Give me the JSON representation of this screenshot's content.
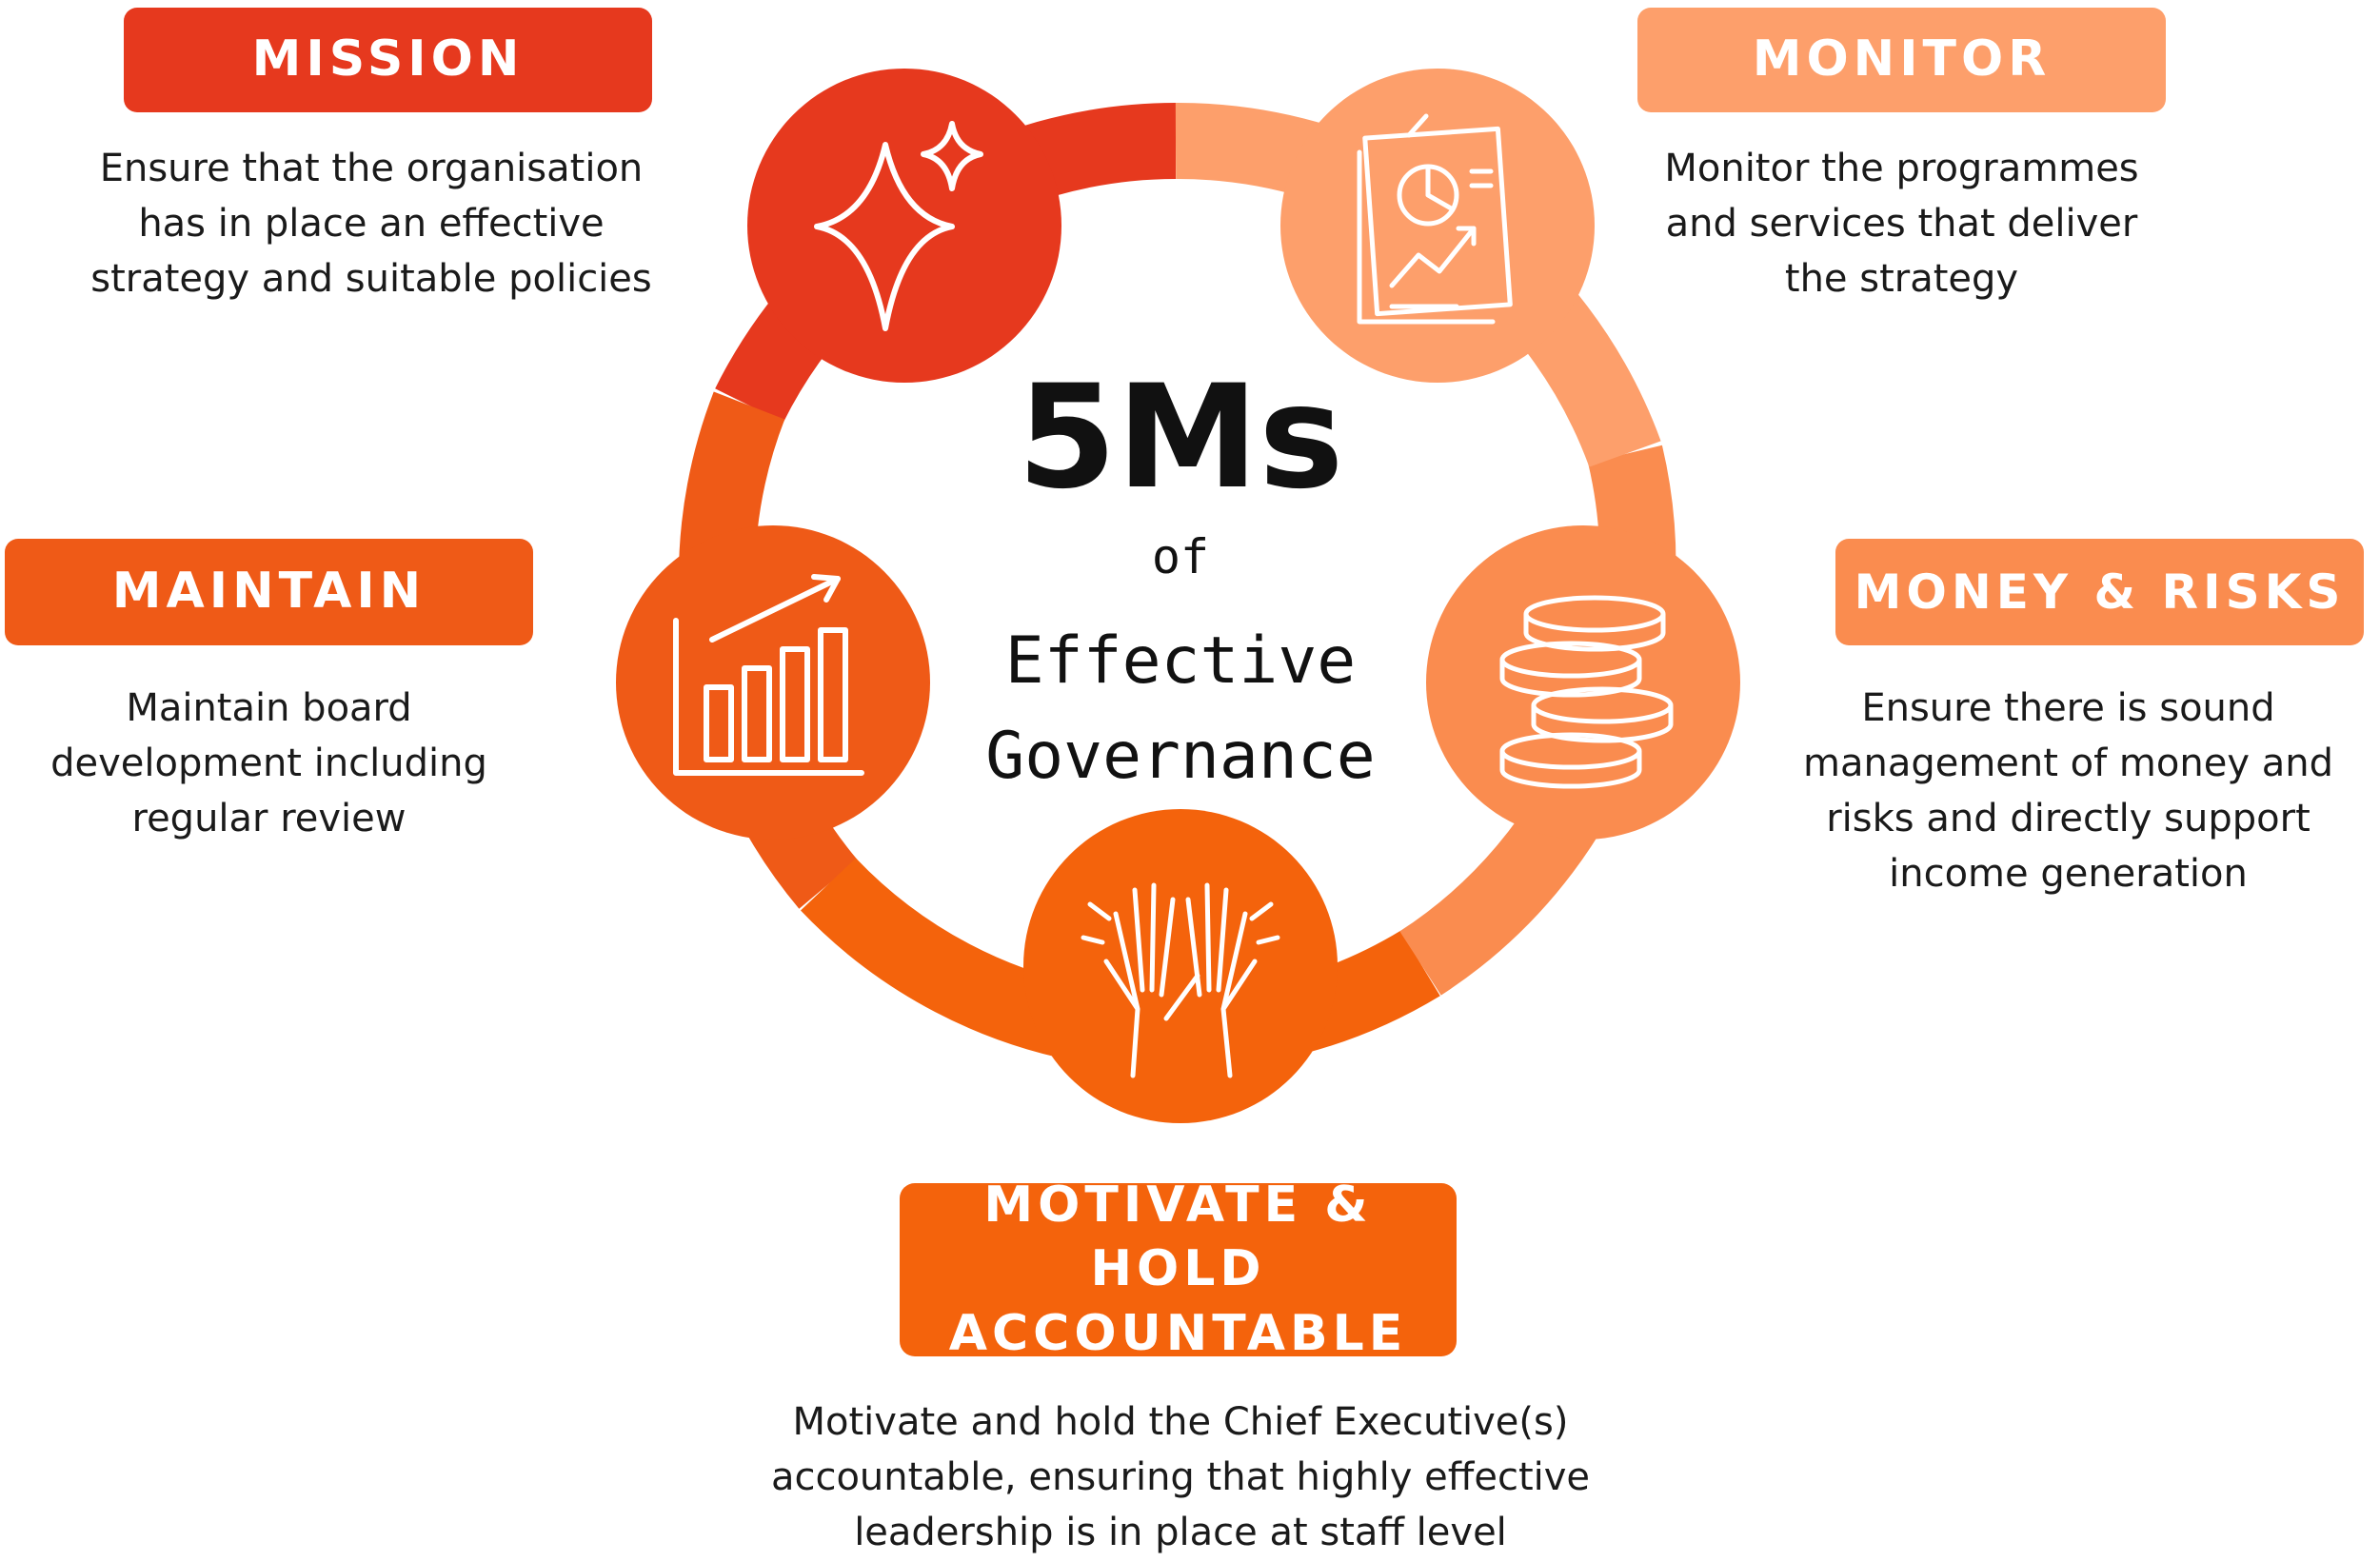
{
  "center": {
    "big": "5Ms",
    "of": "of",
    "line1": "Effective",
    "line2": "Governance"
  },
  "items": {
    "mission": {
      "label": "MISSION",
      "desc": [
        "Ensure that the organisation",
        "has in place an effective",
        "strategy and suitable policies"
      ],
      "color": "#E6391E",
      "icon": "sparkle-icon"
    },
    "monitor": {
      "label": "MONITOR",
      "desc": [
        "Monitor the programmes",
        "and services that deliver",
        "the strategy"
      ],
      "color": "#FD9F6B",
      "icon": "report-chart-icon"
    },
    "maintain": {
      "label": "MAINTAIN",
      "desc": [
        "Maintain board",
        "development including",
        "regular review"
      ],
      "color": "#EF5A17",
      "icon": "bar-chart-icon"
    },
    "money": {
      "label": "MONEY & RISKS",
      "desc": [
        "Ensure there is sound",
        "management of money and",
        "risks and directly support",
        "income generation"
      ],
      "color": "#FA8C4F",
      "icon": "coins-stack-icon"
    },
    "motivate": {
      "label": [
        "MOTIVATE & HOLD",
        "ACCOUNTABLE"
      ],
      "desc": [
        "Motivate and hold the Chief Executive(s)",
        "accountable, ensuring that highly effective",
        "leadership is in place at staff level"
      ],
      "color": "#F4630C",
      "icon": "high-five-icon"
    }
  }
}
